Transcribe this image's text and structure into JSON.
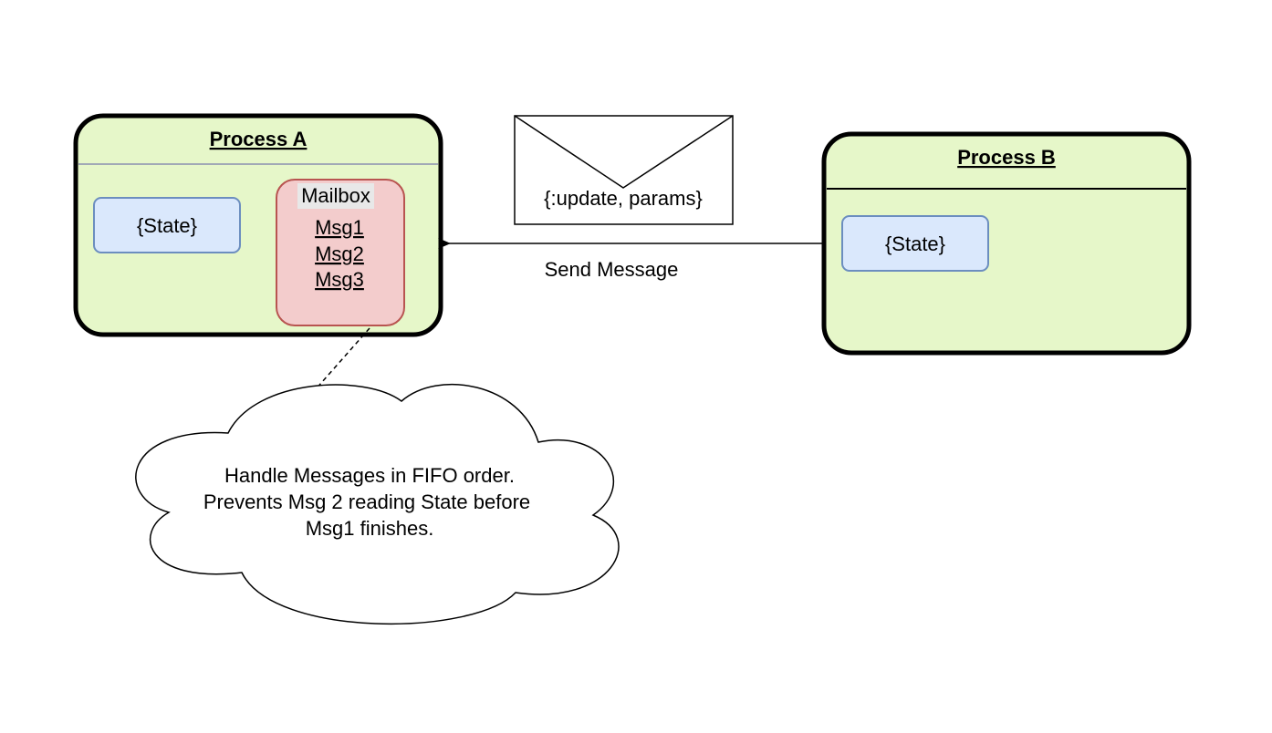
{
  "process_a": {
    "title": "Process A",
    "state_label": "{State}",
    "mailbox": {
      "title": "Mailbox",
      "messages": [
        "Msg1",
        "Msg2",
        "Msg3"
      ]
    }
  },
  "process_b": {
    "title": "Process B",
    "state_label": "{State}"
  },
  "envelope": {
    "label": "{:update, params}"
  },
  "arrow": {
    "label": "Send Message"
  },
  "cloud": {
    "lines": [
      "Handle Messages in FIFO order.",
      "Prevents Msg 2 reading State before",
      "Msg1 finishes."
    ]
  },
  "colors": {
    "process_fill": "#e6f7c9",
    "state_fill": "#dae8fc",
    "state_stroke": "#6c8ebf",
    "mailbox_fill": "#f3cccc",
    "mailbox_stroke": "#b85450"
  }
}
